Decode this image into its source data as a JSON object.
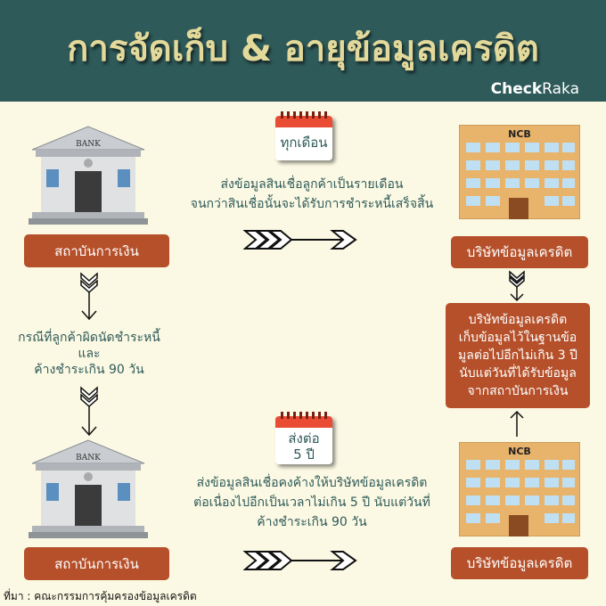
{
  "header": {
    "title": "การจัดเก็บ & อายุข้อมูลเครดิต",
    "brand_bold": "Check",
    "brand_light": "Raka"
  },
  "bank_label": "BANK",
  "ncb_label": "NCB",
  "step1": {
    "calendar": "ทุกเดือน",
    "line1": "ส่งข้อมูลสินเชื่อลูกค้าเป็นรายเดือน",
    "line2": "จนกว่าสินเชื่อนั้นจะได้รับการชำระหนี้เสร็จสิ้น"
  },
  "left_box_top": "สถาบันการเงิน",
  "left_box_bottom": "สถาบันการเงิน",
  "right_box_top": "บริษัทข้อมูลเครดิต",
  "right_box_bottom": "บริษัทข้อมูลเครดิต",
  "condition": {
    "line1": "กรณีที่ลูกค้าผิดนัดชำระหนี้",
    "line2": "และ",
    "line3": "ค้างชำระเกิน 90 วัน"
  },
  "storage": {
    "line1": "บริษัทข้อมูลเครดิต",
    "line2": "เก็บข้อมูลไว้ในฐานข้อ",
    "line3": "มูลต่อไปอีกไม่เกิน 3 ปี",
    "line4": "นับแต่วันที่ได้รับข้อมูล",
    "line5": "จากสถาบันการเงิน"
  },
  "step2": {
    "calendar_line1": "ส่งต่อ",
    "calendar_line2": "5 ปี",
    "line1": "ส่งข้อมูลสินเชื่อคงค้างให้บริษัทข้อมูลเครดิต",
    "line2": "ต่อเนื่องไปอีกเป็นเวลาไม่เกิน 5 ปี นับแต่วันที่",
    "line3": "ค้างชำระเกิน 90 วัน"
  },
  "source": "ที่มา : คณะกรรมการคุ้มครองข้อมูลเครดิต",
  "colors": {
    "header": "#2f5a5a",
    "title": "#e3d99b",
    "box": "#b5502a",
    "background": "#fbf9e3",
    "text": "#2f5a5a"
  }
}
